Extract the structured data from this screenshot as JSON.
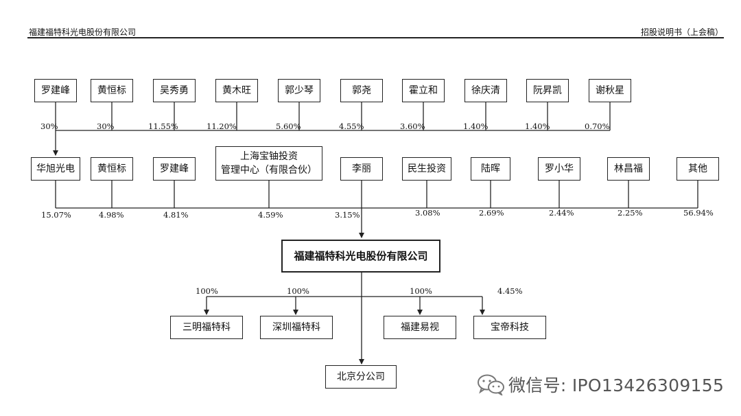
{
  "header": {
    "left": "福建福特科光电股份有限公司",
    "right": "招股说明书（上会稿）"
  },
  "top_shareholders": [
    {
      "name": "罗建峰",
      "pct": "30%"
    },
    {
      "name": "黄恒标",
      "pct": "30%"
    },
    {
      "name": "吴秀勇",
      "pct": "11.55%"
    },
    {
      "name": "黄木旺",
      "pct": "11.20%"
    },
    {
      "name": "郭少琴",
      "pct": "5.60%"
    },
    {
      "name": "郭尧",
      "pct": "4.55%"
    },
    {
      "name": "霍立和",
      "pct": "3.60%"
    },
    {
      "name": "徐庆清",
      "pct": "1.40%"
    },
    {
      "name": "阮昇凯",
      "pct": "1.40%"
    },
    {
      "name": "谢秋星",
      "pct": "0.70%"
    }
  ],
  "company_shareholders": [
    {
      "name": "华旭光电",
      "pct": "15.07%"
    },
    {
      "name": "黄恒标",
      "pct": "4.98%"
    },
    {
      "name": "罗建峰",
      "pct": "4.81%"
    },
    {
      "name": "上海宝铀投资\n管理中心（有限合伙）",
      "pct": "4.59%"
    },
    {
      "name": "李丽",
      "pct": "3.15%"
    },
    {
      "name": "民生投资",
      "pct": "3.08%"
    },
    {
      "name": "陆晖",
      "pct": "2.69%"
    },
    {
      "name": "罗小华",
      "pct": "2.44%"
    },
    {
      "name": "林昌福",
      "pct": "2.25%"
    },
    {
      "name": "其他",
      "pct": "56.94%"
    }
  ],
  "company": "福建福特科光电股份有限公司",
  "subsidiaries": [
    {
      "name": "三明福特科",
      "pct": "100%"
    },
    {
      "name": "深圳福特科",
      "pct": "100%"
    },
    {
      "name": "福建易视",
      "pct": "100%"
    },
    {
      "name": "宝帝科技",
      "pct": "4.45%"
    }
  ],
  "branch": "北京分公司",
  "watermark": {
    "icon": "wechat-icon",
    "text": "微信号: IPO13426309155"
  }
}
